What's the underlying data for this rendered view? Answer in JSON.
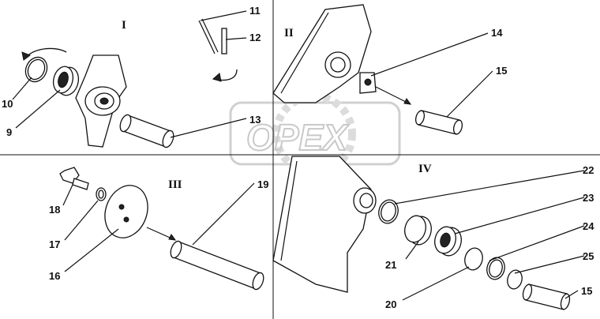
{
  "sections": [
    {
      "id": "I",
      "label": "I"
    },
    {
      "id": "II",
      "label": "II"
    },
    {
      "id": "III",
      "label": "III"
    },
    {
      "id": "IV",
      "label": "IV"
    }
  ],
  "callouts": {
    "c9": "9",
    "c10": "10",
    "c11": "11",
    "c12": "12",
    "c13": "13",
    "c14": "14",
    "c15a": "15",
    "c15b": "15",
    "c16": "16",
    "c17": "17",
    "c18": "18",
    "c19": "19",
    "c20": "20",
    "c21": "21",
    "c22": "22",
    "c23": "23",
    "c24": "24",
    "c25": "25"
  },
  "watermark": {
    "text": "OPEX"
  }
}
